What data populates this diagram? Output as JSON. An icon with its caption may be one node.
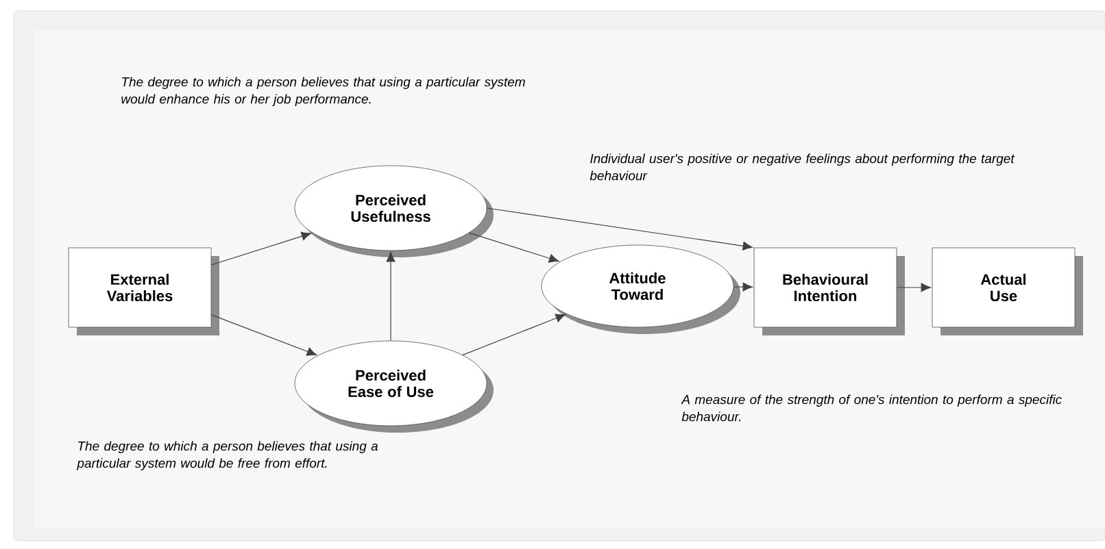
{
  "diagram": {
    "nodes": [
      {
        "text": [
          "External Variables"
        ]
      },
      {
        "text": [
          "Perceived Usefulness"
        ]
      },
      {
        "text": [
          "Perceived Ease of Use"
        ]
      },
      {
        "text": [
          "Attitude Toward"
        ]
      },
      {
        "text": [
          "Behavioural Intention"
        ]
      },
      {
        "text": [
          "Actual Use"
        ]
      }
    ],
    "edges": [
      {
        "from": 0,
        "to": 1,
        "arrow": "to"
      },
      {
        "from": 0,
        "to": 2,
        "arrow": "to"
      },
      {
        "from": 2,
        "to": 1,
        "arrow": "to"
      },
      {
        "from": 1,
        "to": 3,
        "arrow": "to"
      },
      {
        "from": 2,
        "to": 3,
        "arrow": "to"
      },
      {
        "from": 1,
        "to": 4,
        "arrow": "to"
      },
      {
        "from": 3,
        "to": 4,
        "arrow": "to"
      },
      {
        "from": 4,
        "to": 5,
        "arrow": "to"
      }
    ],
    "labels": [
      "The degree to which a person believes that using a particular system would enhance his or her job performance.",
      "Individual user's positive or negative feelings about performing the target behaviour",
      "A measure of the strength of one's intention to perform a specific behaviour.",
      "The degree to which a person believes that using a particular system would be free from effort."
    ]
  }
}
